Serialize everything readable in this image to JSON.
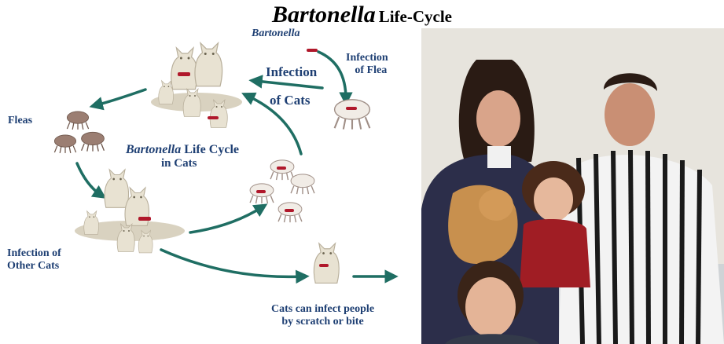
{
  "title": {
    "italic": "Bartonella",
    "rest": "Life-Cycle"
  },
  "diagram": {
    "center_label_italic": "Bartonella",
    "center_label_rest": "Life Cycle",
    "center_label_line2": "in Cats",
    "bartonella_label": "Bartonella",
    "infection_of_flea_line1": "Infection",
    "infection_of_flea_line2": "of Flea",
    "infection_of_cats_line1": "Infection",
    "infection_of_cats_line2": "of Cats",
    "fleas_label": "Fleas",
    "infection_other_cats_line1": "Infection of",
    "infection_other_cats_line2": "Other Cats",
    "people_line1": "Cats can infect people",
    "people_line2": "by scratch or bite"
  },
  "colors": {
    "arrow": "#1f6e63",
    "label": "#1e3f73",
    "bacteria": "#b0182b",
    "cat": "#e8e2d2",
    "flea": "#9b7e72"
  }
}
